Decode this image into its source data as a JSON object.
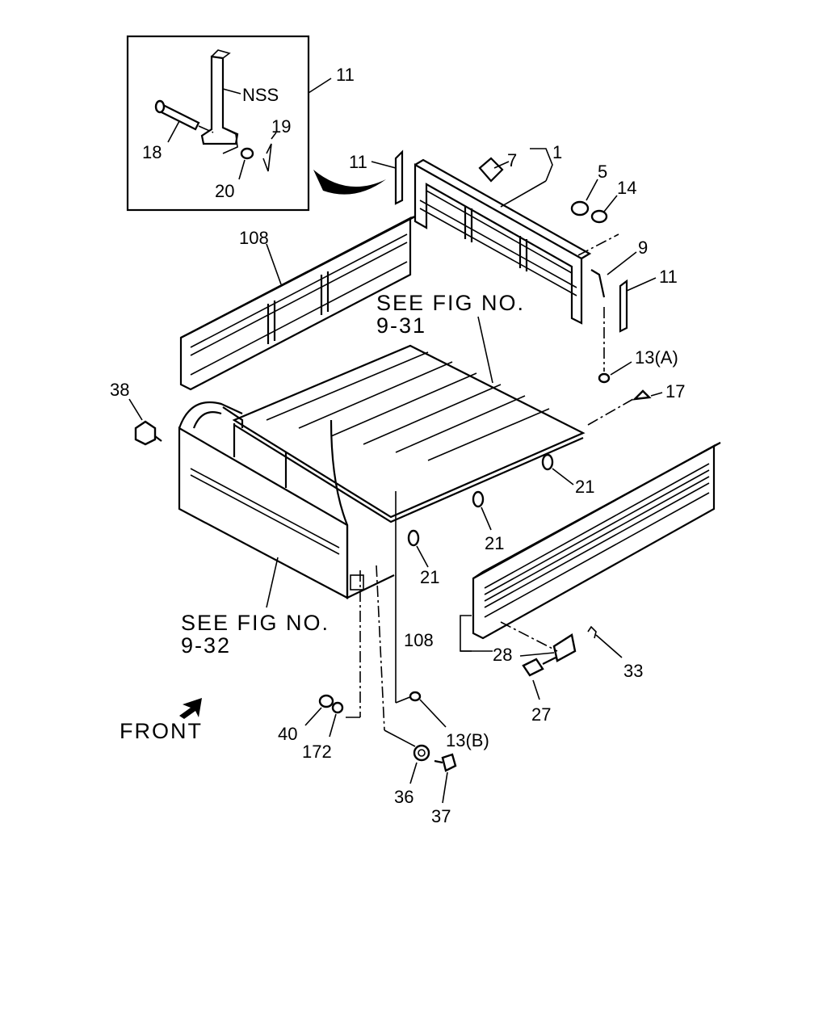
{
  "diagram": {
    "inset": {
      "callout": "11",
      "nss": "NSS",
      "pin": "18",
      "clip": "19",
      "washer": "20"
    },
    "callouts": {
      "p1": "1",
      "p5": "5",
      "p7": "7",
      "p9": "9",
      "p11a": "11",
      "p11b": "11",
      "p13a": "13(A)",
      "p13b": "13(B)",
      "p14": "14",
      "p17": "17",
      "p21a": "21",
      "p21b": "21",
      "p21c": "21",
      "p27": "27",
      "p28": "28",
      "p33": "33",
      "p36": "36",
      "p37": "37",
      "p38": "38",
      "p40": "40",
      "p108a": "108",
      "p108b": "108",
      "p172": "172"
    },
    "references": {
      "fig931_line1": "SEE FIG NO.",
      "fig931_line2": "9-31",
      "fig932_line1": "SEE FIG NO.",
      "fig932_line2": "9-32"
    },
    "front_label": "FRONT"
  }
}
